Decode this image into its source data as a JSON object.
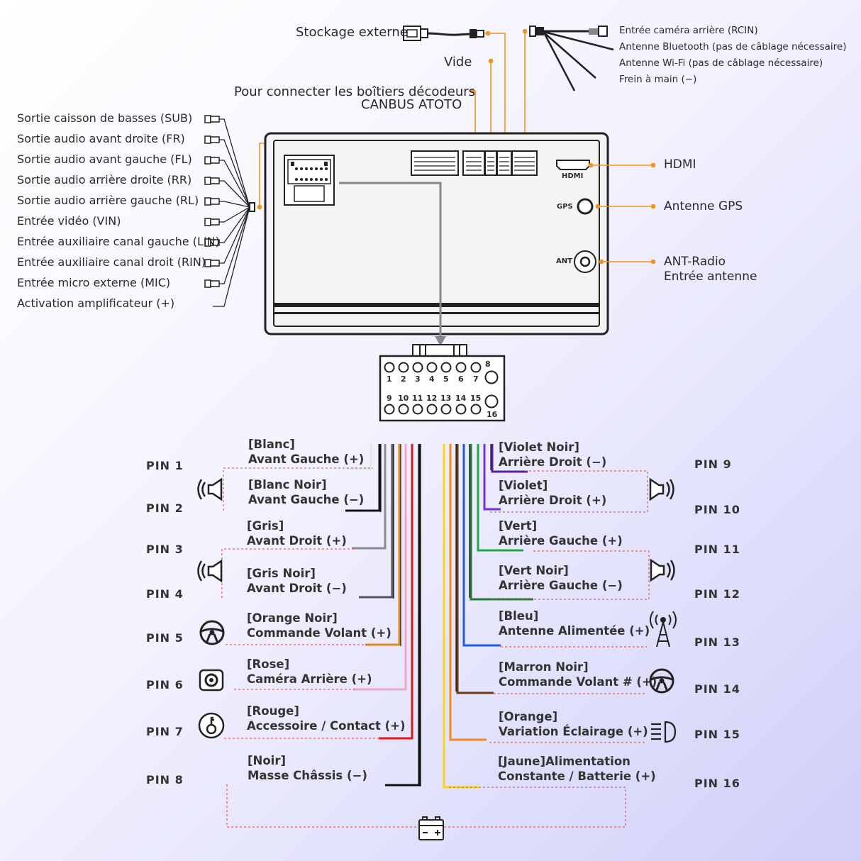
{
  "top": {
    "storage": "Stockage externe",
    "vide": "Vide",
    "canbus_line1": "Pour connecter les boîtiers décodeurs",
    "canbus_line2": "CANBUS ATOTO",
    "cam_cables": [
      "Entrée caméra arrière (RCIN)",
      "Antenne Bluetooth (pas de câblage nécessaire)",
      "Antenne Wi-Fi (pas de câblage nécessaire)",
      "Frein à main (−)"
    ]
  },
  "left_outputs": [
    "Sortie caisson de basses (SUB)",
    "Sortie audio avant droite (FR)",
    "Sortie audio avant gauche (FL)",
    "Sortie audio arrière droite (RR)",
    "Sortie audio arrière gauche (RL)",
    "Entrée vidéo (VIN)",
    "Entrée auxiliaire canal gauche (LIN)",
    "Entrée auxiliaire canal droit (RIN)",
    "Entrée micro externe (MIC)",
    "Activation amplificateur (+)"
  ],
  "unit": {
    "hdmi_tag": "HDMI",
    "gps_tag": "GPS",
    "ant_tag": "ANT",
    "hdmi_label": "HDMI",
    "gps_label": "Antenne GPS",
    "ant_label_1": "ANT-Radio",
    "ant_label_2": "Entrée antenne"
  },
  "connector": {
    "top_pins": [
      "1",
      "2",
      "3",
      "4",
      "5",
      "6",
      "7",
      "8"
    ],
    "bottom_pins": [
      "9",
      "10",
      "11",
      "12",
      "13",
      "14",
      "15",
      "16"
    ]
  },
  "pins": {
    "left": [
      "PIN 1",
      "PIN 2",
      "PIN 3",
      "PIN 4",
      "PIN 5",
      "PIN 6",
      "PIN 7",
      "PIN 8"
    ],
    "right": [
      "PIN 9",
      "PIN 10",
      "PIN 11",
      "PIN 12",
      "PIN 13",
      "PIN 14",
      "PIN 15",
      "PIN 16"
    ]
  },
  "wires_left": [
    {
      "color_name": "[Blanc]",
      "function": "Avant Gauche (+)",
      "color": "#e6e6e6"
    },
    {
      "color_name": "[Blanc Noir]",
      "function": "Avant Gauche (−)",
      "color": "#111111"
    },
    {
      "color_name": "[Gris]",
      "function": "Avant Droit (+)",
      "color": "#8c8c8c"
    },
    {
      "color_name": "[Gris Noir]",
      "function": "Avant Droit (−)",
      "color": "#555555"
    },
    {
      "color_name": "[Orange Noir]",
      "function": "Commande Volant (+)",
      "color": "#e08a1e"
    },
    {
      "color_name": "[Rose]",
      "function": "Caméra Arrière (+)",
      "color": "#f0a8c8"
    },
    {
      "color_name": "[Rouge]",
      "function": "Accessoire / Contact (+)",
      "color": "#e01818"
    },
    {
      "color_name": "[Noir]",
      "function": "Masse Châssis (−)",
      "color": "#111111"
    }
  ],
  "wires_right": [
    {
      "color_name": "[Violet Noir]",
      "function": "Arrière Droit (−)",
      "color": "#5a1fa8"
    },
    {
      "color_name": "[Violet]",
      "function": "Arrière Droit (+)",
      "color": "#7a2fd0"
    },
    {
      "color_name": "[Vert]",
      "function": "Arrière Gauche (+)",
      "color": "#22a845"
    },
    {
      "color_name": "[Vert Noir]",
      "function": "Arrière Gauche (−)",
      "color": "#1f7a34"
    },
    {
      "color_name": "[Bleu]",
      "function": "Antenne Alimentée (+)",
      "color": "#1e5be0"
    },
    {
      "color_name": "[Marron Noir]",
      "function": "Commande Volant # (+)",
      "color": "#6b3a12"
    },
    {
      "color_name": "[Orange]",
      "function": "Variation Éclairage (+)",
      "color": "#f08a1c"
    },
    {
      "color_name": "[Jaune]Alimentation",
      "function": "Constante / Batterie (+)",
      "color": "#f7d51a"
    }
  ],
  "icons": {
    "speaker": "speaker-icon",
    "steering": "steering-wheel-icon",
    "camera": "camera-icon",
    "key": "ignition-key-icon",
    "antenna": "antenna-tower-icon",
    "light": "headlight-icon",
    "battery": "battery-icon"
  },
  "accent_color": "#f0941e"
}
